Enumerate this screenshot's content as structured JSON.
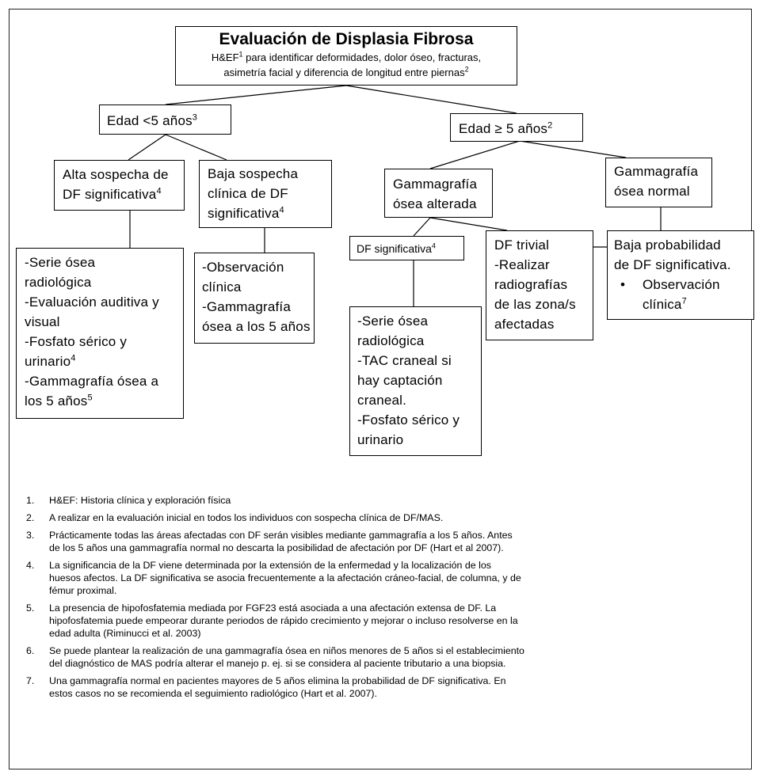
{
  "title": {
    "heading": "Evaluación de Displasia Fibrosa",
    "sub_pre": "H&EF",
    "sub_sup1": "1",
    "sub_mid": " para identificar  deformidades, dolor óseo, fracturas,",
    "sub_line2": "asimetría facial y diferencia de longitud entre piernas",
    "sub_sup2": "2"
  },
  "age_lt5": {
    "text": "Edad <5 años",
    "sup": "3"
  },
  "age_ge5": {
    "text": "Edad ≥ 5 años",
    "sup": "2"
  },
  "alta": {
    "line1": "Alta sospecha de",
    "line2": "DF significativa",
    "sup": "4"
  },
  "baja": {
    "line1": "Baja sospecha",
    "line2": "clínica de DF",
    "line3": "significativa",
    "sup": "4"
  },
  "gamma_alt": {
    "line1": "Gammagrafía",
    "line2": "ósea alterada"
  },
  "gamma_norm": {
    "line1": "Gammagrafía",
    "line2": "ósea normal"
  },
  "df_sig": {
    "text": "DF significativa",
    "sup": "4"
  },
  "alta_actions": {
    "l1": "-Serie ósea",
    "l2": "radiológica",
    "l3": "-Evaluación auditiva y",
    "l4": "visual",
    "l5": "-Fosfato sérico y",
    "l6": "urinario",
    "l6_sup": "4",
    "l7": "-Gammagrafía ósea a",
    "l8": "los 5 años",
    "l8_sup": "5"
  },
  "baja_actions": {
    "l1": "-Observación",
    "l2": "clínica",
    "l3": "-Gammagrafía",
    "l4": "ósea a los 5 años"
  },
  "sig_actions": {
    "l1": "-Serie ósea",
    "l2": "radiológica",
    "l3": "-TAC craneal si",
    "l4": "hay captación",
    "l5": "craneal.",
    "l6": "-Fosfato sérico y",
    "l7": "urinario"
  },
  "trivial": {
    "l1": "DF trivial",
    "l2": "-Realizar",
    "l3": "radiografías",
    "l4": "de las zona/s",
    "l5": "afectadas"
  },
  "baja_prob": {
    "l1": "Baja probabilidad",
    "l2": "de DF significativa.",
    "bullet": "•",
    "l3": "Observación",
    "l4": "clínica",
    "l4_sup": "7"
  },
  "notes": [
    {
      "num": "1.",
      "text": "H&EF: Historia clínica y exploración física"
    },
    {
      "num": "2.",
      "text": "A realizar en la evaluación inicial  en todos los individuos con sospecha clínica de DF/MAS."
    },
    {
      "num": "3.",
      "text": "Prácticamente todas las áreas  afectadas  con DF serán visibles mediante gammagrafía a los 5 años. Antes de los 5 años una gammagrafía normal no descarta la posibilidad de afectación por DF (Hart et al 2007)."
    },
    {
      "num": "4.",
      "text": "La significancia de la DF viene determinada por la extensión de la enfermedad  y la localización de los huesos afectos.  La DF significativa se asocia frecuentemente  a la afectación cráneo-facial, de columna, y de fémur proximal."
    },
    {
      "num": "5.",
      "text": "La presencia de hipofosfatemia mediada por FGF23 está asociada a una afectación extensa de DF. La hipofosfatemia puede empeorar durante periodos de rápido crecimiento y mejorar o incluso resolverse  en la edad adulta (Riminucci et al. 2003)"
    },
    {
      "num": "6.",
      "text": "Se puede plantear la realización de una gammagrafía ósea en niños menores de 5 años si el establecimiento del diagnóstico de MAS podría alterar el manejo  p. ej. si se considera al paciente tributario a una biopsia."
    },
    {
      "num": "7.",
      "text": "Una gammagrafía normal en pacientes mayores de 5 años elimina la probabilidad de DF significativa. En estos casos no se recomienda el seguimiento radiológico (Hart et al. 2007)."
    }
  ]
}
